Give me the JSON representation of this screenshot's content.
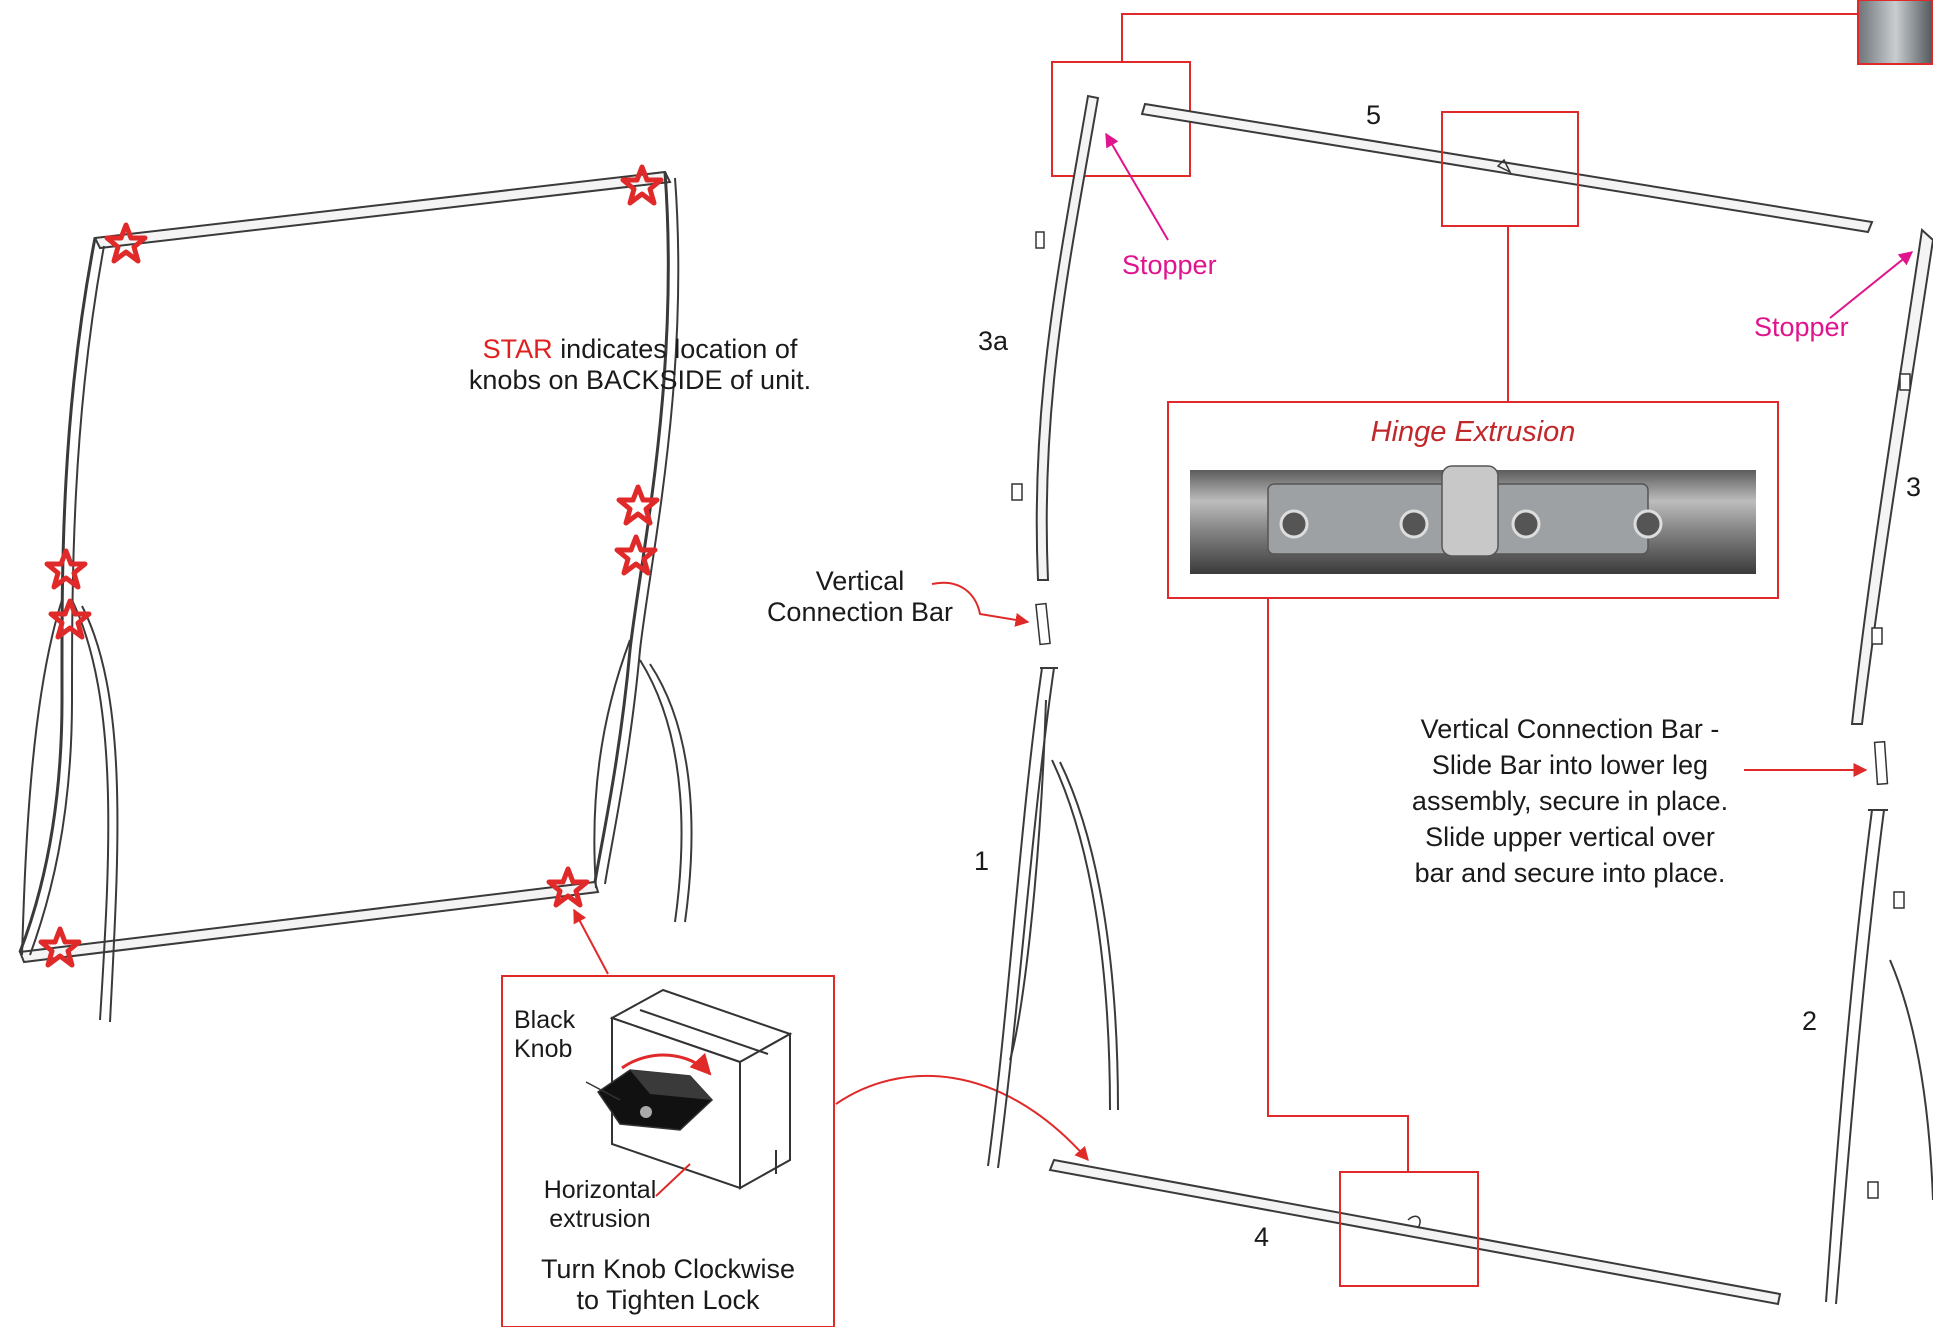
{
  "labels": {
    "star_note_word": "STAR",
    "star_note_rest": "indicates location of",
    "star_note_line2": "knobs on BACKSIDE of unit.",
    "part_5": "5",
    "part_3a": "3a",
    "part_3": "3",
    "part_1": "1",
    "part_2": "2",
    "part_4": "4",
    "stopper_left": "Stopper",
    "stopper_right": "Stopper",
    "vertical_bar_left_1": "Vertical",
    "vertical_bar_left_2": "Connection Bar",
    "hinge_title": "Hinge Extrusion",
    "instr_1": "Vertical  Connection Bar -",
    "instr_2": "Slide Bar into lower leg",
    "instr_3": "assembly, secure in place.",
    "instr_4": "Slide upper vertical over",
    "instr_5": "bar and secure into place.",
    "black_knob_1": "Black",
    "black_knob_2": "Knob",
    "horizontal_1": "Horizontal",
    "horizontal_2": "extrusion",
    "turn_1": "Turn Knob Clockwise",
    "turn_2": "to Tighten Lock"
  },
  "colors": {
    "callout_red": "#e02a2a",
    "stopper_pink": "#e0148c",
    "frame_line": "#3a3a3a",
    "frame_fill": "#f4f4f4"
  }
}
